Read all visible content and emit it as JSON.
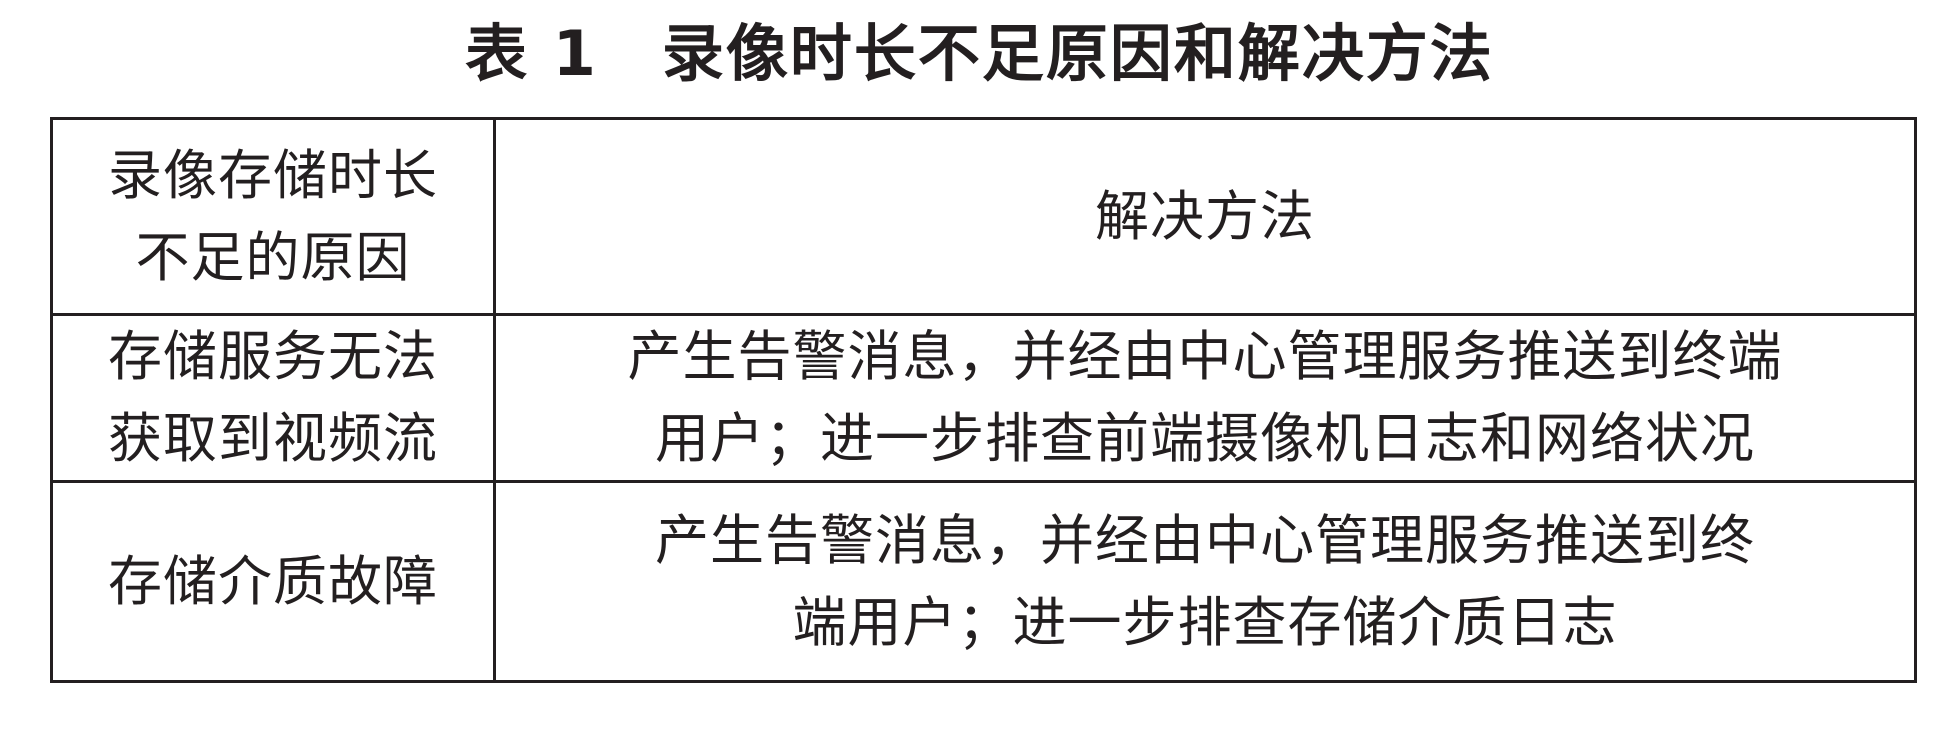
{
  "caption": {
    "label": "表 1",
    "title": "录像时长不足原因和解决方法"
  },
  "table": {
    "header": {
      "reason_line1": "录像存储时长",
      "reason_line2": "不足的原因",
      "solution": "解决方法"
    },
    "rows": [
      {
        "reason_line1": "存储服务无法",
        "reason_line2": "获取到视频流",
        "solution_line1": "产生告警消息，并经由中心管理服务推送到终端",
        "solution_line2": "用户；进一步排查前端摄像机日志和网络状况"
      },
      {
        "reason": "存储介质故障",
        "solution_line1": "产生告警消息，并经由中心管理服务推送到终",
        "solution_line2": "端用户；进一步排查存储介质日志"
      }
    ]
  }
}
